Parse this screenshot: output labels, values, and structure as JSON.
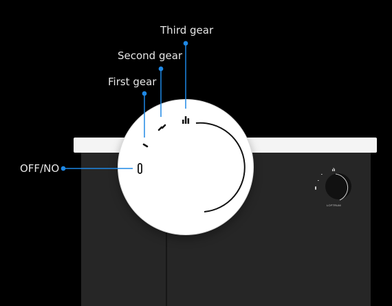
{
  "labels": {
    "third_gear": "Third gear",
    "second_gear": "Second gear",
    "first_gear": "First gear",
    "off": "OFF/NO"
  },
  "mini_knob": {
    "brand_text": "LOFTRUM"
  },
  "colors": {
    "leader": "#1e88e5",
    "knob": "#ffffff",
    "cabinet": "#262626",
    "counter": "#f4f4f4",
    "background": "#000000"
  }
}
